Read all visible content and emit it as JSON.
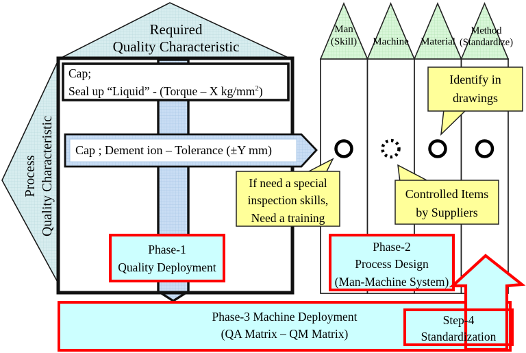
{
  "colors": {
    "teal": "#d7edef",
    "teal_grid": "#b7d8dc",
    "green": "#d9f7d9",
    "green_grid": "#aedfae",
    "blue": "#c9ddf4",
    "blue_grid": "#a5c4e4",
    "cyan": "#ccffff",
    "yellow": "#ffff99",
    "red": "#ff0000",
    "black": "#111111"
  },
  "house": {
    "roof_title": {
      "lines": [
        "Required",
        "Quality Characteristic"
      ]
    },
    "side_label": {
      "lines": [
        "Process",
        "Quality Characteristic"
      ]
    }
  },
  "quality_items": {
    "seal": {
      "line1": "Cap;",
      "line2_pre": "Seal up “Liquid” - (Torque – X kg/mm",
      "line2_sup": "2",
      "line2_post": ")"
    },
    "dimension": {
      "text": "Cap ; Dement ion – Tolerance (±Y mm)"
    }
  },
  "columns": [
    {
      "label_lines": [
        "Man",
        "(Skill)"
      ],
      "circle": "solid"
    },
    {
      "label_lines": [
        "Machine"
      ],
      "circle": "dotted"
    },
    {
      "label_lines": [
        "Material"
      ],
      "circle": "solid"
    },
    {
      "label_lines": [
        "Method",
        "(Standardize)"
      ],
      "circle": "solid"
    }
  ],
  "callouts": {
    "identify": {
      "lines": [
        "Identify in",
        "drawings"
      ]
    },
    "training": {
      "lines": [
        "If need a special",
        "inspection skills,",
        "Need a training"
      ]
    },
    "suppliers": {
      "lines": [
        "Controlled Items",
        "by Suppliers"
      ]
    }
  },
  "phases": {
    "phase1": {
      "lines": [
        "Phase-1",
        "Quality Deployment"
      ]
    },
    "phase2": {
      "lines": [
        "Phase-2",
        "Process Design",
        "(Man-Machine System)"
      ]
    },
    "phase3": {
      "lines": [
        "Phase-3 Machine Deployment",
        "(QA Matrix – QM Matrix)"
      ]
    },
    "step4": {
      "lines": [
        "Step-4",
        "Standardization"
      ]
    }
  }
}
